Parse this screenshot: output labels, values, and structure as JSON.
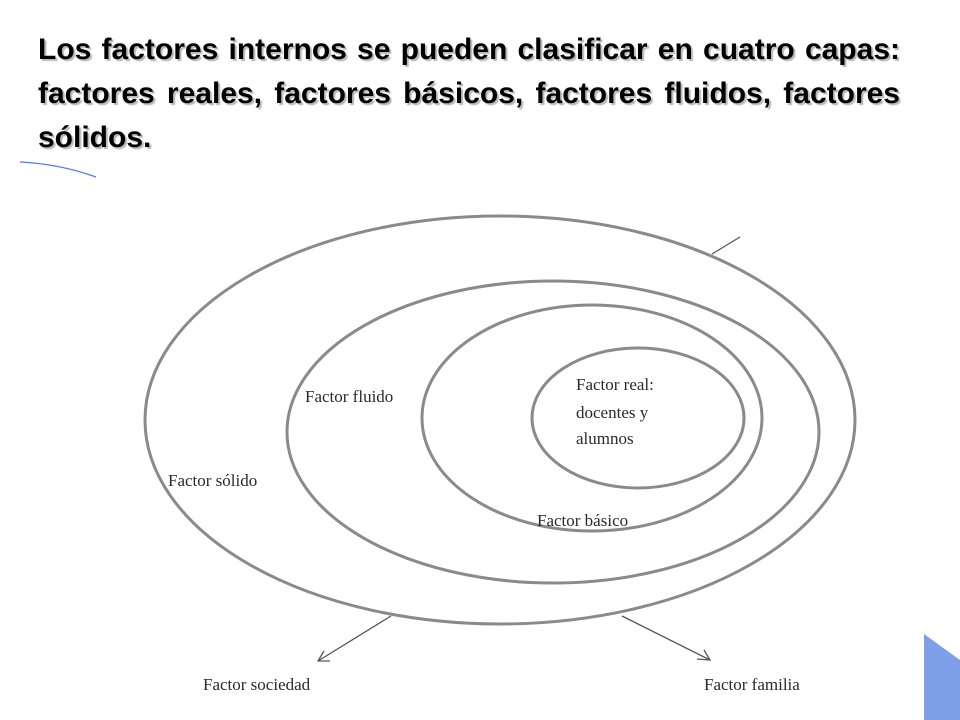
{
  "slide": {
    "heading_line_1": "Los factores internos se pueden clasificar en cuatro",
    "heading_line_2": "capas: factores reales, factores básicos, factores",
    "heading_line_3": "fluidos, factores sólidos."
  },
  "diagram": {
    "labels": {
      "factor_real_line_1": "Factor real:",
      "factor_real_line_2": "docentes y",
      "factor_real_line_3": "alumnos",
      "factor_basico": "Factor básico",
      "factor_fluido": "Factor fluido",
      "factor_solido": "Factor sólido",
      "factor_sociedad": "Factor sociedad",
      "factor_familia": "Factor familia"
    },
    "colors": {
      "ring_stroke": "#8a8a8a",
      "arrow_stroke": "#555555",
      "accent_blue": "#5b7bd6",
      "corner_blue": "#7f9fe8"
    }
  }
}
